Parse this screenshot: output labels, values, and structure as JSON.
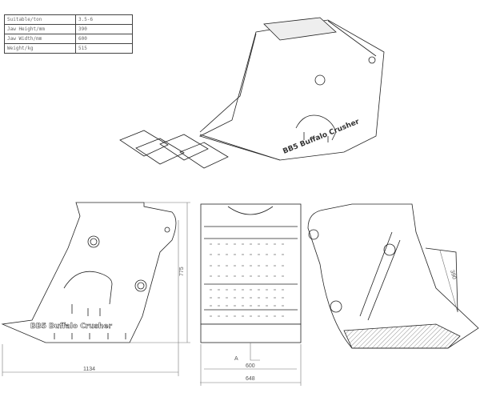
{
  "spec_table": [
    {
      "label": "Suitable/ton",
      "value": "3.5-6"
    },
    {
      "label": "Jaw Height/mm",
      "value": "390"
    },
    {
      "label": "Jaw Width/mm",
      "value": "600"
    },
    {
      "label": "Weight/kg",
      "value": "515"
    }
  ],
  "brand_text": "BB5 Buffalo Crusher",
  "dimensions": {
    "side_length": "1134",
    "side_height": "775",
    "inner_width": "600",
    "outer_width": "648",
    "section_mark": "A",
    "jaw_height": "390"
  }
}
